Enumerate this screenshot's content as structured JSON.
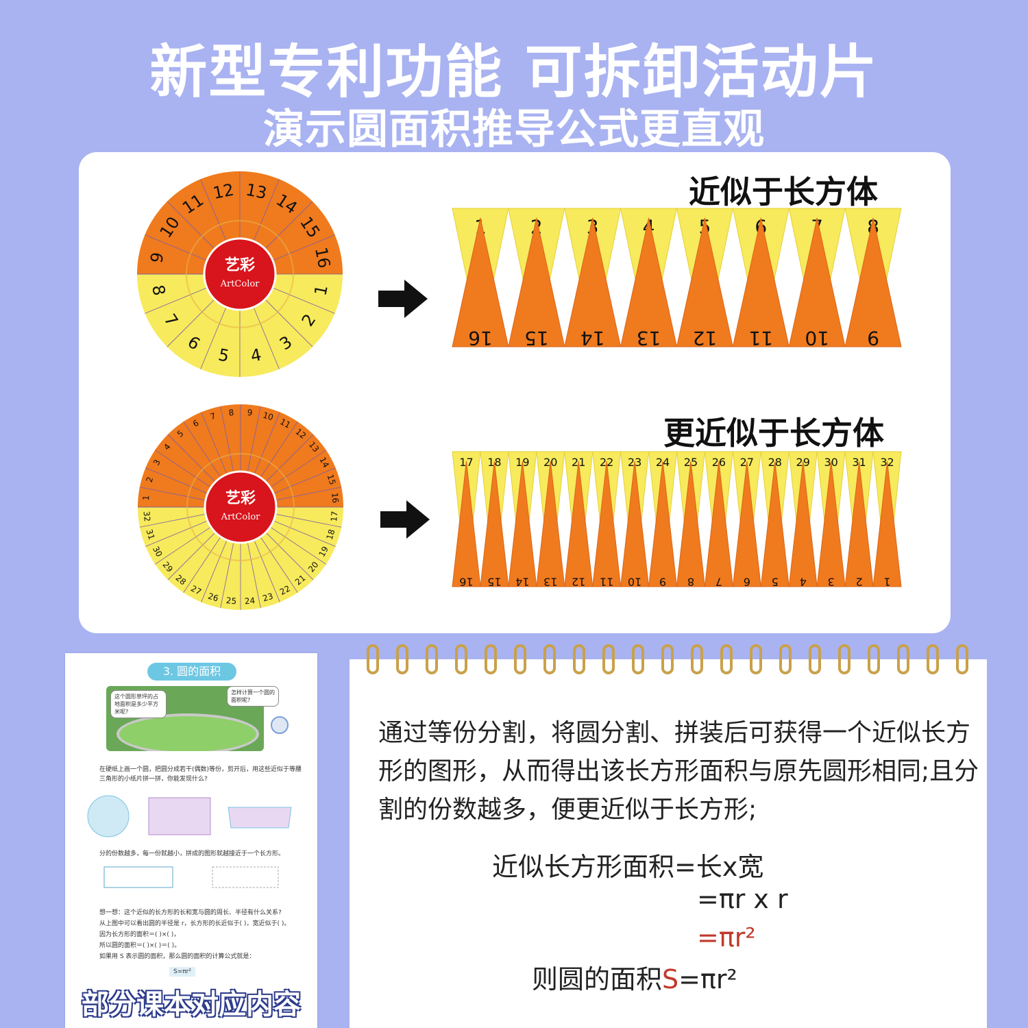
{
  "header": {
    "line1": "新型专利功能 可拆卸活动片",
    "line2": "演示圆面积推导公式更直观"
  },
  "row1": {
    "label": "近似于长方体",
    "disc_top": [
      "9",
      "10",
      "11",
      "12",
      "13",
      "14",
      "15",
      "16"
    ],
    "disc_bottom": [
      "8",
      "7",
      "6",
      "5",
      "4",
      "3",
      "2",
      "1"
    ],
    "strip_top": [
      "1",
      "2",
      "3",
      "4",
      "5",
      "6",
      "7",
      "8"
    ],
    "strip_bottom": [
      "16",
      "15",
      "14",
      "13",
      "12",
      "11",
      "10",
      "9"
    ]
  },
  "row2": {
    "label": "更近似于长方体",
    "strip_top": [
      "17",
      "18",
      "19",
      "20",
      "21",
      "22",
      "23",
      "24",
      "25",
      "26",
      "27",
      "28",
      "29",
      "30",
      "31",
      "32"
    ],
    "strip_bottom": [
      "16",
      "15",
      "14",
      "13",
      "12",
      "11",
      "10",
      "9",
      "8",
      "7",
      "6",
      "5",
      "4",
      "3",
      "2",
      "1"
    ]
  },
  "logo": {
    "cn": "艺彩",
    "en": "ArtColor"
  },
  "textbook": {
    "title": "3. 圆的面积",
    "bubble_left": "这个圆形草坪的占地面积是多少平方米呢?",
    "bubble_right": "怎样计算一个圆的面积呢?",
    "text1": "在硬纸上画一个圆，把圆分成若干(偶数)等份，剪开后，用这些近似于等腰三角形的小纸片拼一拼，你能发现什么?",
    "text2": "分的份数越多，每一份就越小，拼成的图形就越接近于一个长方形。",
    "text3": "想一想：这个近似的长方形的长和宽与圆的周长、半径有什么关系?",
    "text4": "从上图中可以看出圆的半径是 r，长方形的长近似于(  )，宽近似于(  )。",
    "text5": "因为长方形的面积＝(    )×(    )，",
    "text6": "所以圆的面积＝(    )×(    )＝(    )。",
    "text7": "如果用 S 表示圆的面积，那么圆的面积的计算公式就是：",
    "formula": "S=πr²",
    "caption": "部分课本对应内容"
  },
  "notebook": {
    "paragraph": "通过等份分割，将圆分割、拼装后可获得一个近似长方形的图形，从而得出该长方形面积与原先圆形相同;且分割的份数越多，便更近似于长方形;",
    "f1_label": "近似长方形面积",
    "f1_value": "=长x宽",
    "f2": "=πr  x  r",
    "f3": "=πr²",
    "f4_label": "则圆的面积",
    "f4_s": "S",
    "f4_value": "=πr²"
  },
  "colors": {
    "background": "#a9b3f1",
    "orange": "#f07a1e",
    "yellow": "#f7ea5c",
    "logo_red": "#d8141c",
    "formula_red": "#c0392b"
  }
}
